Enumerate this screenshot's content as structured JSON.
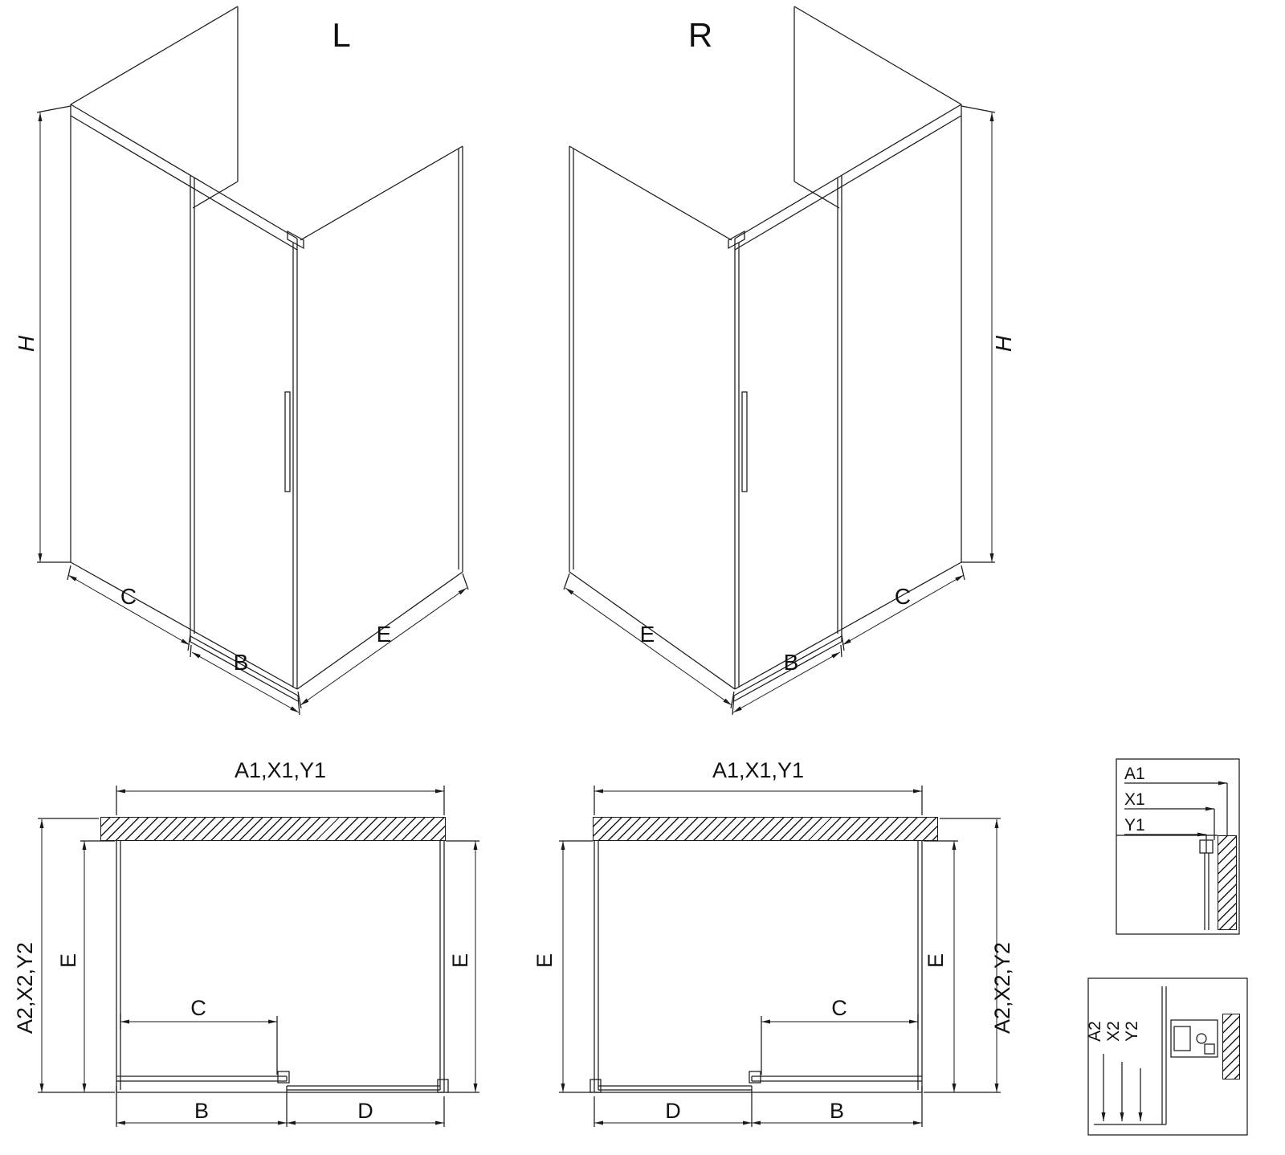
{
  "colors": {
    "background": "#ffffff",
    "line": "#1a1a1a"
  },
  "drawing": {
    "iso_left": {
      "title": "L",
      "h": "H",
      "c": "C",
      "b": "B",
      "e": "E"
    },
    "iso_right": {
      "title": "R",
      "h": "H",
      "c": "C",
      "b": "B",
      "e": "E"
    },
    "plan_left": {
      "a1": "A1,X1,Y1",
      "a2": "A2,X2,Y2",
      "e_left": "E",
      "e_right": "E",
      "c": "C",
      "b": "B",
      "d": "D"
    },
    "plan_right": {
      "a1": "A1,X1,Y1",
      "a2": "A2,X2,Y2",
      "e_left": "E",
      "e_right": "E",
      "c": "C",
      "b": "B",
      "d": "D"
    },
    "detail_top": {
      "labels": [
        "A1",
        "X1",
        "Y1"
      ]
    },
    "detail_bottom": {
      "labels": [
        "A2",
        "X2",
        "Y2"
      ]
    }
  }
}
